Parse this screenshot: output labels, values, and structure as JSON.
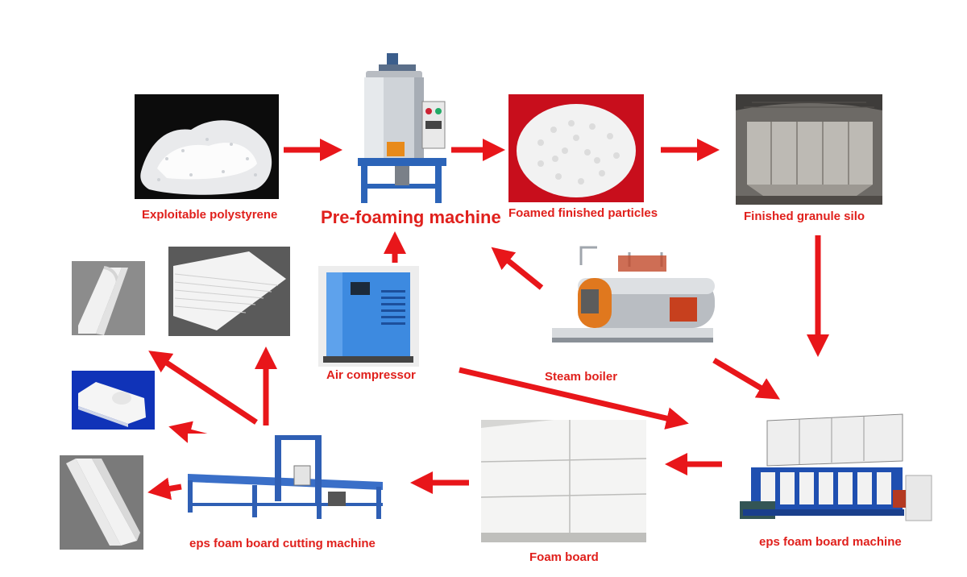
{
  "labels": {
    "polystyrene": "Exploitable polystyrene",
    "prefoaming": "Pre-foaming machine",
    "foamed_particles": "Foamed finished particles",
    "granule_silo": "Finished granule silo",
    "air_compressor": "Air compressor",
    "steam_boiler": "Steam boiler",
    "board_machine": "eps foam board machine",
    "foam_board": "Foam board",
    "cutting_machine": "eps foam board cutting machine"
  },
  "colors": {
    "arrow": "#e8161a",
    "label": "#e0201c",
    "machine_blue": "#1f4fb0",
    "cut_product_bg": "#1033b8"
  }
}
